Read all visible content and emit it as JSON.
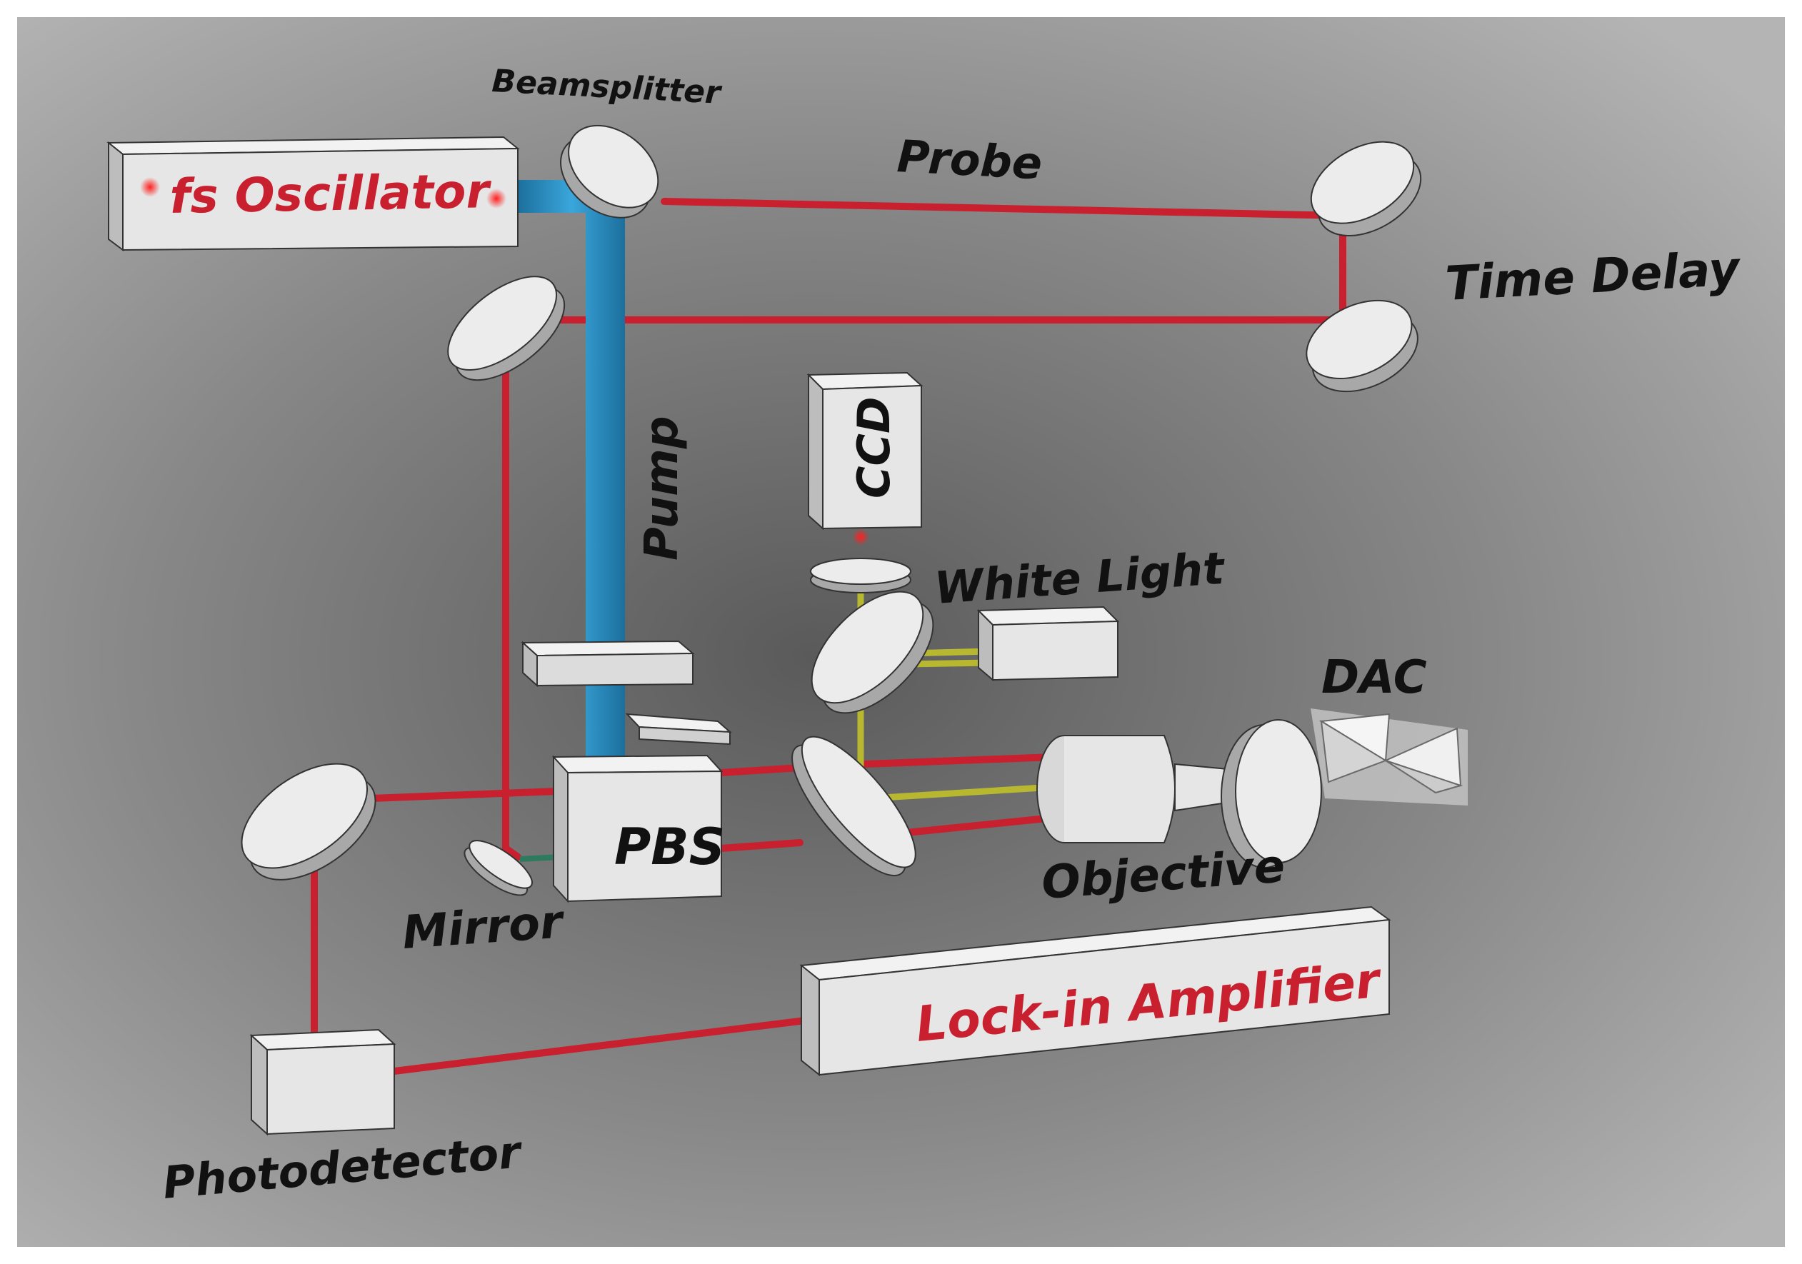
{
  "labels": {
    "beamsplitter": "Beamsplitter",
    "probe": "Probe",
    "time_delay": "Time Delay",
    "pump": "Pump",
    "ccd": "CCD",
    "white_light": "White Light",
    "dac": "DAC",
    "pbs": "PBS",
    "objective": "Objective",
    "mirror": "Mirror",
    "photodetector": "Photodetector",
    "fs_oscillator": "fs Oscillator",
    "lock_in_amplifier": "Lock-in Amplifier"
  },
  "colors": {
    "background": "#8a8a8a",
    "component_face": "#e6e6e6",
    "probe_beam": "#c8202e",
    "pump_beam": "#2a93c8",
    "white_light_beam": "#b8b830",
    "label_text": "#111111",
    "device_text": "#c8202e"
  }
}
